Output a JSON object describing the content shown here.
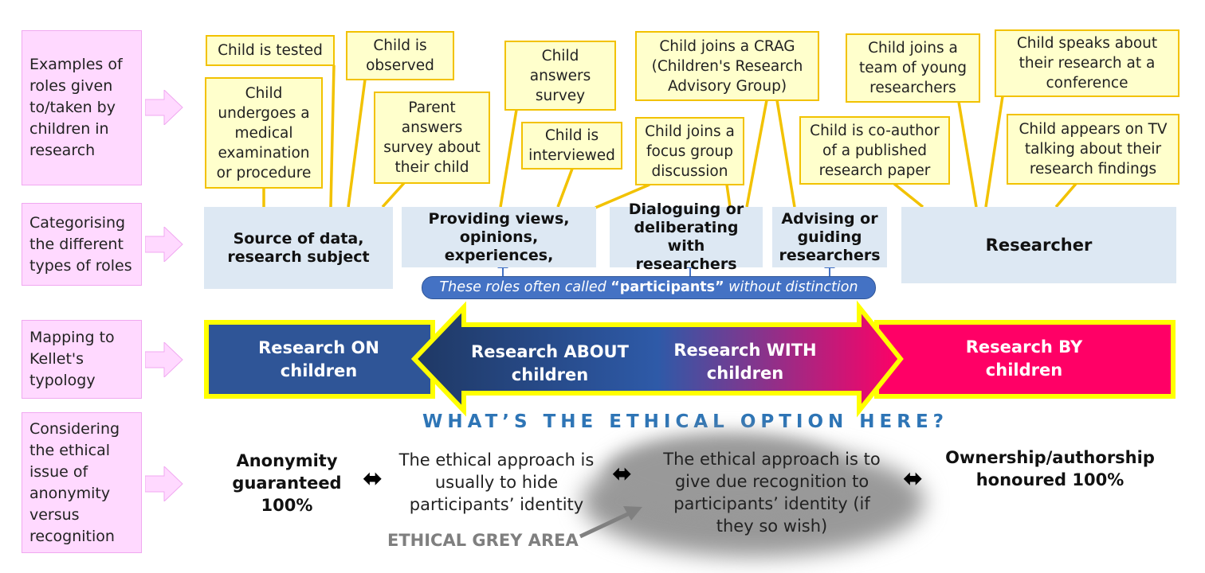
{
  "row_labels": [
    "Examples of roles given to/taken by children in research",
    "Categorising the different types of roles",
    "Mapping to Kellet's typology",
    "Considering the ethical issue of anonymity versus recognition"
  ],
  "examples": [
    "Child is tested",
    "Child undergoes a medical examination or procedure",
    "Child is observed",
    "Parent answers survey about their child",
    "Child answers survey",
    "Child is interviewed",
    "Child joins a CRAG (Children's Research Advisory Group)",
    "Child joins a focus group discussion",
    "Child joins a team of young researchers",
    "Child is co-author of a published research paper",
    "Child speaks about their research at a conference",
    "Child appears on TV talking about their research findings"
  ],
  "categories": [
    "Source of data, research subject",
    "Providing views, opinions, experiences,",
    "Dialoguing or deliberating with researchers",
    "Advising or guiding researchers",
    "Researcher"
  ],
  "participants_note": {
    "before": "These roles often called ",
    "bold": "“participants”",
    "after": " without distinction"
  },
  "kellet": [
    "Research ON children",
    "Research ABOUT children",
    "Research WITH children",
    "Research BY children"
  ],
  "ethics": {
    "heading": "WHAT’S THE ETHICAL OPTION HERE?",
    "left": "Anonymity guaranteed 100%",
    "mid_left": "The ethical approach is usually to hide participants’ identity",
    "mid_right": "The ethical approach is to give due recognition to participants’ identity (if they so wish)",
    "right": "Ownership/authorship honoured 100%",
    "grey_label": "ETHICAL GREY AREA",
    "double_arrow": "⬌"
  },
  "colors": {
    "pink": "#ffd9ff",
    "yellow_border": "#f2c200",
    "category": "#dde8f3",
    "blue": "#2f5597",
    "magenta": "#ff0066",
    "heading": "#2e75b6"
  }
}
